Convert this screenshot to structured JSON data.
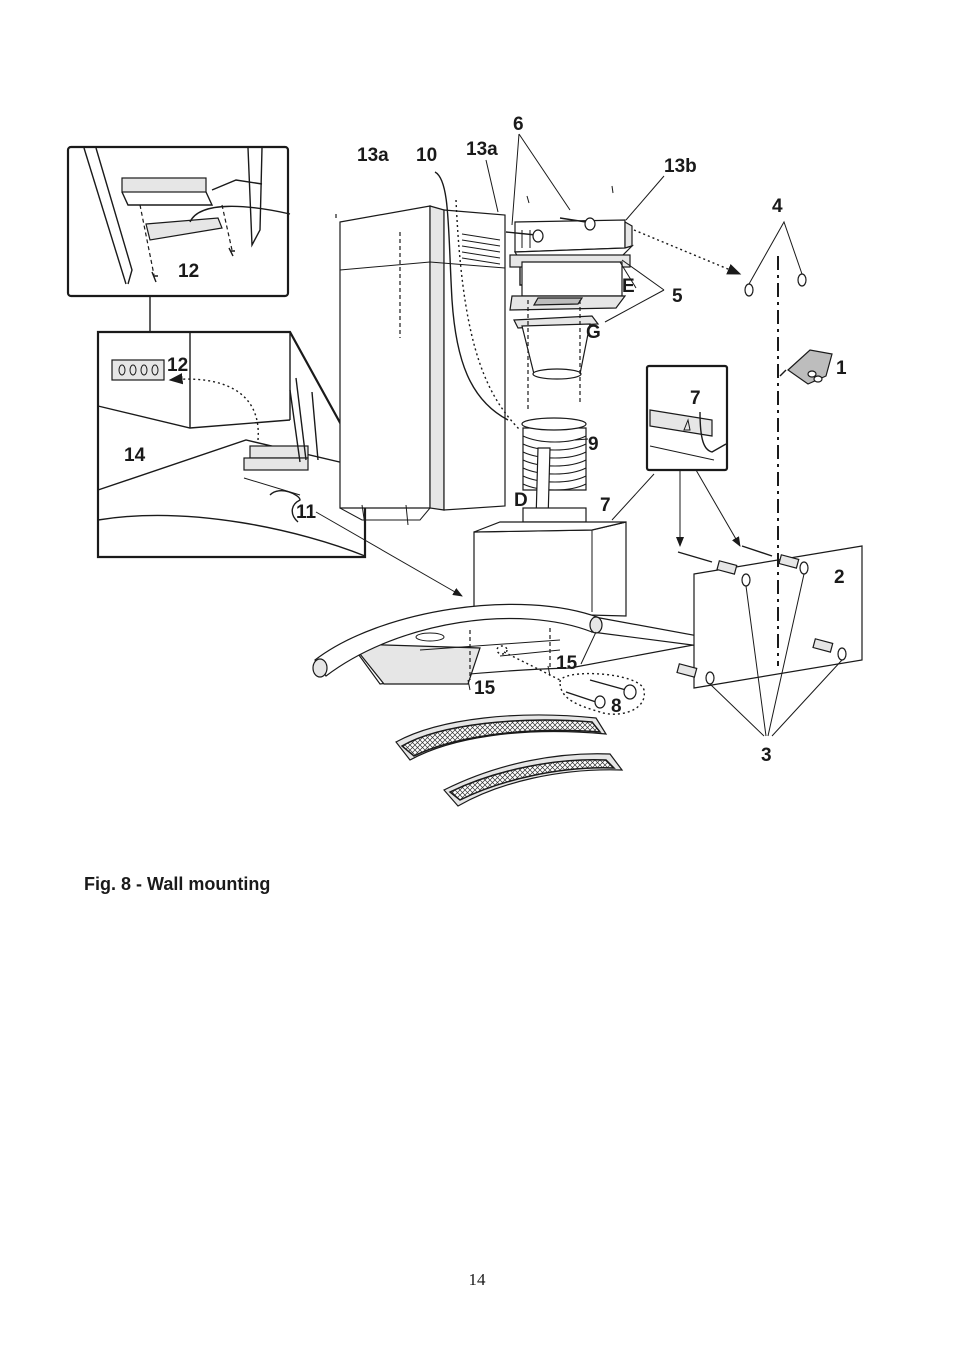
{
  "diagram": {
    "labels": {
      "l1": "1",
      "l2": "2",
      "l3": "3",
      "l4": "4",
      "l5": "5",
      "l6": "6",
      "l7a": "7",
      "l7b": "7",
      "l8": "8",
      "l9": "9",
      "l10": "10",
      "l11": "11",
      "l12a": "12",
      "l12b": "12",
      "l13a_1": "13a",
      "l13a_2": "13a",
      "l13b": "13b",
      "l14": "14",
      "l15a": "15",
      "l15b": "15",
      "lD": "D",
      "lE": "E",
      "lG": "G"
    }
  },
  "caption": "Fig. 8 - Wall mounting",
  "page_number": "14"
}
